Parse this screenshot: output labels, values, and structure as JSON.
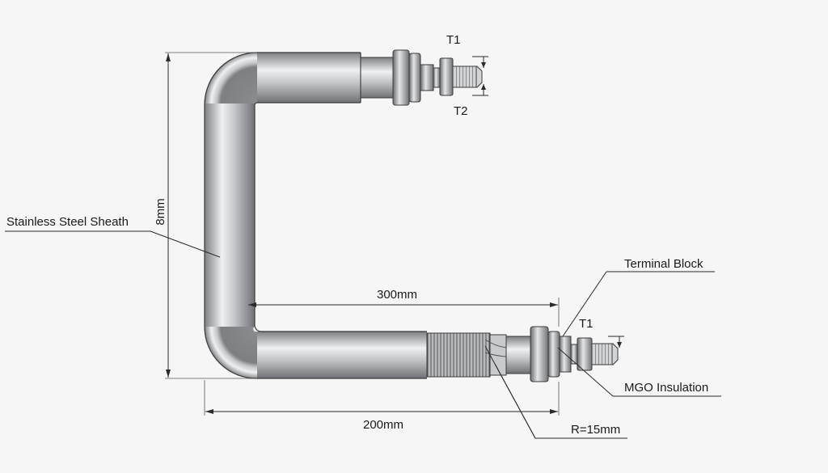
{
  "labels": {
    "t1_top": "T1",
    "t2_top": "T2",
    "sheath": "Stainless Steel Sheath",
    "height_dim": "8mm",
    "terminal_block": "Terminal Block",
    "length_300": "300mm",
    "t1_bottom": "T1",
    "mgo": "MGO Insulation",
    "length_200": "200mm",
    "radius": "R=15mm"
  },
  "colors": {
    "background": "#f6f6f6",
    "tube_dark": "#7d7f82",
    "tube_light": "#eef0f2",
    "line": "#2a2a2a"
  }
}
